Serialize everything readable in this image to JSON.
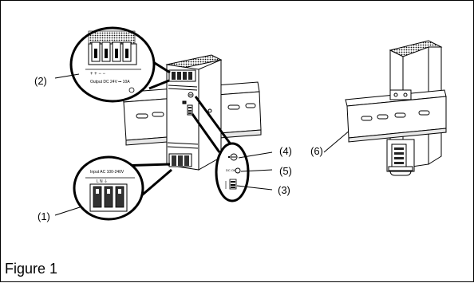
{
  "figure": {
    "caption": "Figure 1",
    "callouts": {
      "c1": "(1)",
      "c2": "(2)",
      "c3": "(3)",
      "c4": "(4)",
      "c5": "(5)",
      "c6": "(6)"
    },
    "top_terminal": {
      "signs": "+ + − −",
      "label": "Output DC 24V ⎓ 10A"
    },
    "bottom_terminal": {
      "label": "Input AC 100-240V",
      "marks": "L  N  ⏚"
    },
    "led_detail": {
      "dc_ok": "DC OK"
    }
  }
}
